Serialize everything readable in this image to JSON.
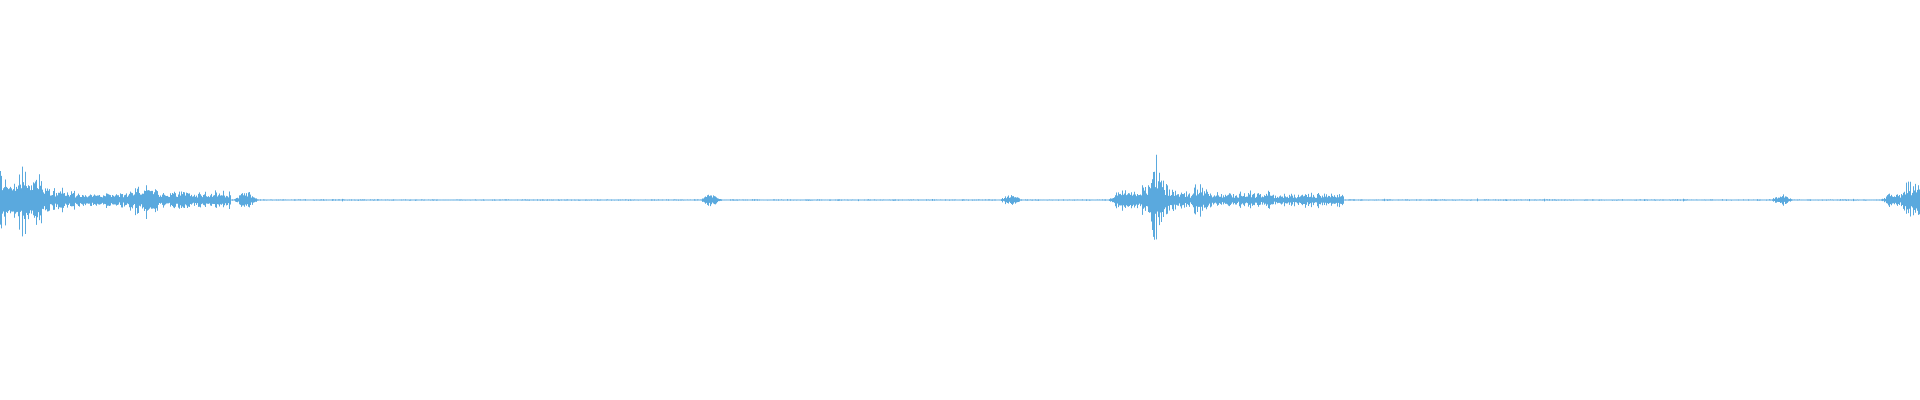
{
  "waveform": {
    "color": "#5aa9de",
    "background": "#ffffff",
    "duration_fraction_events": [
      {
        "t": 0.0,
        "amp": 0.18
      },
      {
        "t": 0.004,
        "amp": 0.12
      },
      {
        "t": 0.008,
        "amp": 0.09
      },
      {
        "t": 0.012,
        "amp": 0.2
      },
      {
        "t": 0.016,
        "amp": 0.1
      },
      {
        "t": 0.02,
        "amp": 0.14
      },
      {
        "t": 0.024,
        "amp": 0.08
      },
      {
        "t": 0.028,
        "amp": 0.06
      },
      {
        "t": 0.032,
        "amp": 0.05
      },
      {
        "t": 0.036,
        "amp": 0.04
      },
      {
        "t": 0.06,
        "amp": 0.05
      },
      {
        "t": 0.068,
        "amp": 0.06
      },
      {
        "t": 0.072,
        "amp": 0.09
      },
      {
        "t": 0.076,
        "amp": 0.1
      },
      {
        "t": 0.08,
        "amp": 0.07
      },
      {
        "t": 0.09,
        "amp": 0.05
      },
      {
        "t": 0.094,
        "amp": 0.06
      },
      {
        "t": 0.128,
        "amp": 0.05
      },
      {
        "t": 0.37,
        "amp": 0.03
      },
      {
        "t": 0.526,
        "amp": 0.03
      },
      {
        "t": 0.584,
        "amp": 0.06
      },
      {
        "t": 0.59,
        "amp": 0.05
      },
      {
        "t": 0.596,
        "amp": 0.07
      },
      {
        "t": 0.602,
        "amp": 0.22
      },
      {
        "t": 0.606,
        "amp": 0.1
      },
      {
        "t": 0.612,
        "amp": 0.07
      },
      {
        "t": 0.616,
        "amp": 0.05
      },
      {
        "t": 0.624,
        "amp": 0.09
      },
      {
        "t": 0.628,
        "amp": 0.06
      },
      {
        "t": 0.634,
        "amp": 0.04
      },
      {
        "t": 0.66,
        "amp": 0.05
      },
      {
        "t": 0.68,
        "amp": 0.03
      },
      {
        "t": 0.928,
        "amp": 0.03
      },
      {
        "t": 0.986,
        "amp": 0.05
      },
      {
        "t": 0.994,
        "amp": 0.1
      },
      {
        "t": 0.998,
        "amp": 0.12
      }
    ]
  }
}
